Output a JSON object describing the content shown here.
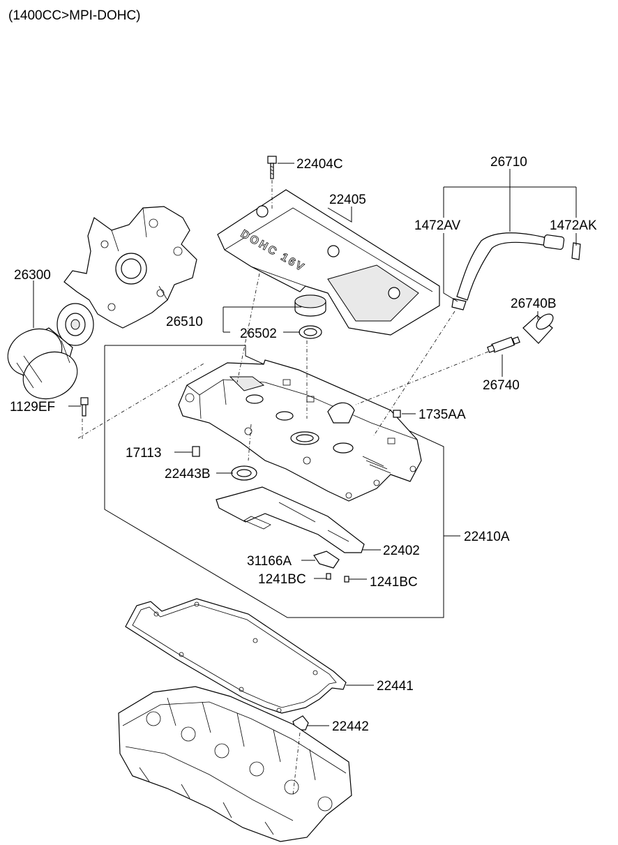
{
  "title": "(1400CC>MPI-DOHC)",
  "cover_text": "DOHC 16V",
  "labels": {
    "p22404C": "22404C",
    "p22405": "22405",
    "p26710": "26710",
    "p1472AV": "1472AV",
    "p1472AK": "1472AK",
    "p26300": "26300",
    "p26510": "26510",
    "p26502": "26502",
    "p26740B": "26740B",
    "p26740": "26740",
    "p1129EF": "1129EF",
    "p1735AA": "1735AA",
    "p17113": "17113",
    "p22443B": "22443B",
    "p22410A": "22410A",
    "p22402": "22402",
    "p31166A": "31166A",
    "p1241BC_a": "1241BC",
    "p1241BC_b": "1241BC",
    "p22441": "22441",
    "p22442": "22442"
  }
}
